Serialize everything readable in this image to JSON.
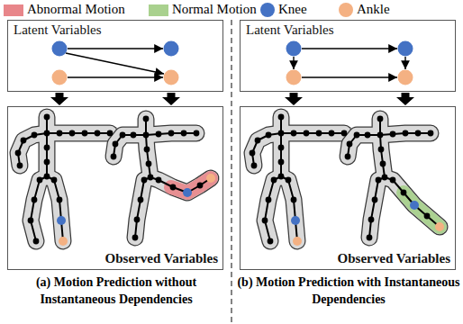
{
  "diagram": {
    "nodes": [
      {
        "text": [
          "Latent Variables"
        ]
      },
      {
        "text": [
          "Observed Variables"
        ]
      },
      {
        "text": [
          "Latent Variables"
        ]
      },
      {
        "text": [
          "Observed Variables"
        ]
      }
    ],
    "edges": [
      {
        "from": 0,
        "to": 1,
        "arrow": "to"
      },
      {
        "from": 0,
        "to": 1,
        "arrow": "to"
      },
      {
        "from": 2,
        "to": 3,
        "arrow": "to"
      },
      {
        "from": 2,
        "to": 3,
        "arrow": "to"
      }
    ],
    "labels": [
      "(a) Motion Prediction without Instantaneous Dependencies",
      "(b) Motion Prediction with Instantaneous Dependencies"
    ],
    "legend": [
      {
        "text": "Abnormal Motion",
        "color": "#e8868a"
      },
      {
        "text": "Normal Motion",
        "color": "#a9d18e"
      },
      {
        "text": "Knee",
        "color": "#4472c4"
      },
      {
        "text": "Ankle",
        "color": "#f4b183"
      }
    ]
  }
}
